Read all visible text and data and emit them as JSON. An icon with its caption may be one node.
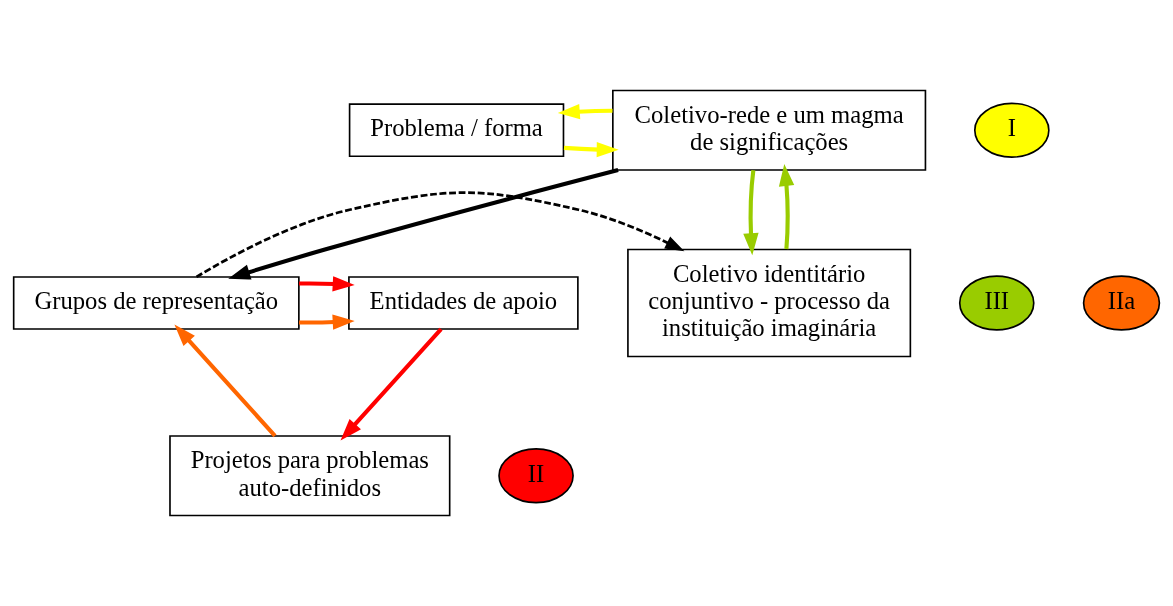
{
  "diagram": {
    "nodes": [
      {
        "text": [
          "Problema / forma"
        ]
      },
      {
        "text": [
          "Coletivo-rede e um magma de significações"
        ]
      },
      {
        "text": [
          "Coletivo identitário conjuntivo - processo da instituição imaginária"
        ]
      },
      {
        "text": [
          "Grupos de representação"
        ]
      },
      {
        "text": [
          "Entidades de apoio"
        ]
      },
      {
        "text": [
          "Projetos para problemas auto-definidos"
        ]
      },
      {
        "text": [
          "I"
        ]
      },
      {
        "text": [
          "III"
        ]
      },
      {
        "text": [
          "IIa"
        ]
      },
      {
        "text": [
          "II"
        ]
      }
    ],
    "edges": [
      {
        "from": 0,
        "to": 1,
        "arrow": "to",
        "color": "#ffff00"
      },
      {
        "from": 1,
        "to": 0,
        "arrow": "to",
        "color": "#ffff00"
      },
      {
        "from": 1,
        "to": 2,
        "arrow": "to",
        "color": "#99cc00"
      },
      {
        "from": 2,
        "to": 1,
        "arrow": "to",
        "color": "#99cc00"
      },
      {
        "from": 1,
        "to": 3,
        "arrow": "to",
        "color": "#000000"
      },
      {
        "from": 3,
        "to": 2,
        "arrow": "to",
        "style": "dashed",
        "color": "#000000"
      },
      {
        "from": 3,
        "to": 4,
        "arrow": "to",
        "color": "#ff6600"
      },
      {
        "from": 3,
        "to": 4,
        "arrow": "to",
        "color": "#ff0000"
      },
      {
        "from": 4,
        "to": 5,
        "arrow": "to",
        "color": "#ff0000"
      },
      {
        "from": 5,
        "to": 3,
        "arrow": "to",
        "color": "#ff6600"
      }
    ]
  }
}
